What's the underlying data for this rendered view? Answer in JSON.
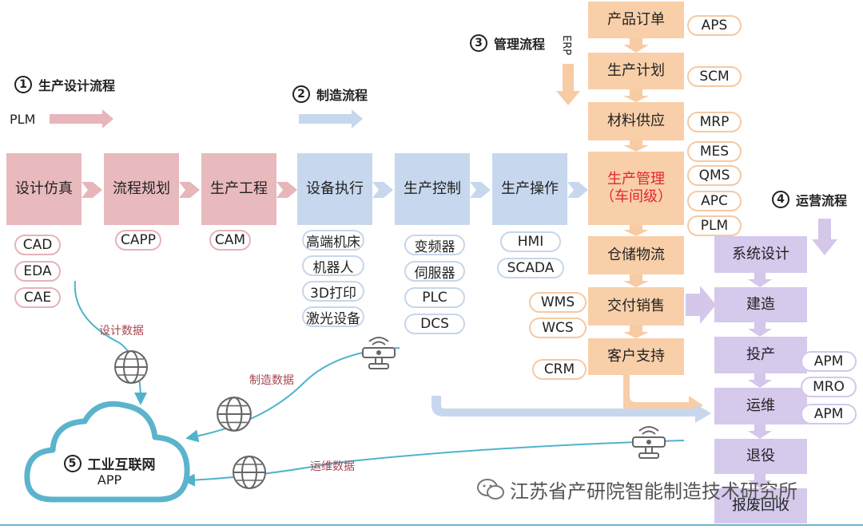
{
  "headings": {
    "h1": {
      "num": "1",
      "label": "生产设计流程"
    },
    "h2": {
      "num": "2",
      "label": "制造流程"
    },
    "h3": {
      "num": "3",
      "label": "管理流程"
    },
    "h4": {
      "num": "4",
      "label": "运营流程"
    }
  },
  "top_labels": {
    "plm": "PLM",
    "erp": "ERP"
  },
  "design": {
    "steps": [
      "设计仿真",
      "流程规划",
      "生产工程"
    ],
    "tools_col1": [
      "CAD",
      "EDA",
      "CAE"
    ],
    "tools_col2": [
      "CAPP"
    ],
    "tools_col3": [
      "CAM"
    ]
  },
  "manufacture": {
    "steps": [
      "设备执行",
      "生产控制",
      "生产操作"
    ],
    "tools_col1": [
      "高端机床",
      "机器人",
      "3D打印",
      "激光设备"
    ],
    "tools_col2": [
      "变频器",
      "伺服器",
      "PLC",
      "DCS"
    ],
    "tools_col3": [
      "HMI",
      "SCADA"
    ]
  },
  "management": {
    "steps": [
      "产品订单",
      "生产计划",
      "材料供应",
      "仓储物流",
      "交付销售",
      "客户支持"
    ],
    "core_line1": "生产管理",
    "core_line2": "（车间级）",
    "right_tools": [
      "APS",
      "SCM",
      "MRP",
      "MES",
      "QMS",
      "APC",
      "PLM"
    ],
    "left_tools": [
      "WMS",
      "WCS",
      "CRM"
    ]
  },
  "operations": {
    "steps": [
      "系统设计",
      "建造",
      "投产",
      "运维",
      "退役",
      "报废回收"
    ],
    "tools": [
      "APM",
      "MRO",
      "APM"
    ]
  },
  "cloud": {
    "num": "5",
    "title": "工业互联网",
    "subtitle": "APP"
  },
  "data_flows": {
    "design": "设计数据",
    "manufacture": "制造数据",
    "ops": "运维数据"
  },
  "watermark": "江苏省产研院智能制造技术研究所",
  "colors": {
    "pink": "#e8b9bd",
    "blue": "#c7d8ee",
    "orange": "#f8cfa9",
    "purple": "#d5c9ec",
    "cloud": "#5bb4cc",
    "core_text": "#e5242b"
  }
}
